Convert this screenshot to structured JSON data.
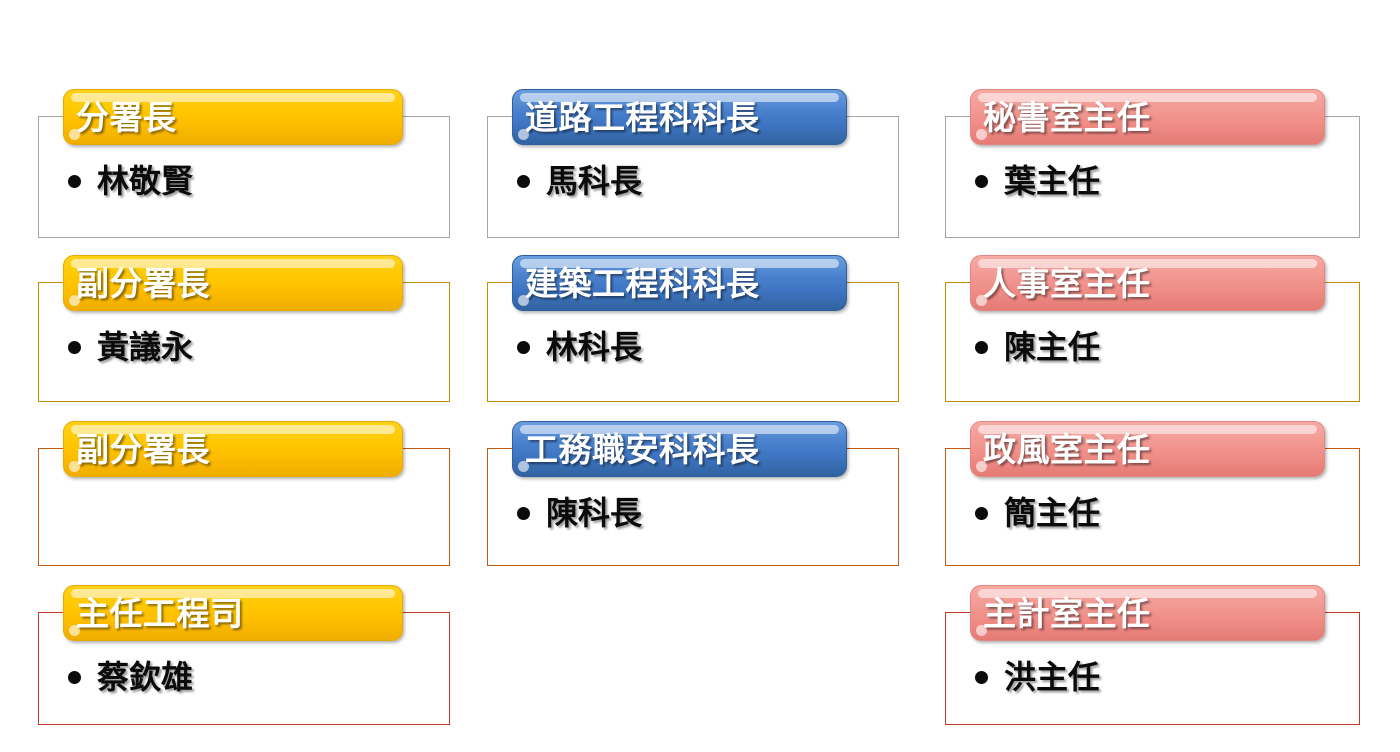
{
  "diagram": {
    "title": "",
    "type": "organization-chart",
    "palette": {
      "yellow_tab": "#ffc800",
      "blue_tab": "#4a81cd",
      "pink_tab": "#f29892",
      "border_gray": "#a6a6a6",
      "border_tan": "#bf9000",
      "border_orange": "#c55a11",
      "border_red": "#c0392b",
      "text_light": "#ffffff",
      "text_dark": "#0b0b0b",
      "background": "#ffffff"
    },
    "columns": [
      {
        "id": "leadership",
        "tab_color": "yellow",
        "cards": [
          {
            "title": "分署長",
            "members": [
              "林敬賢"
            ],
            "border": "gray"
          },
          {
            "title": "副分署長",
            "members": [
              "黃議永"
            ],
            "border": "tan"
          },
          {
            "title": "副分署長",
            "members": [],
            "border": "orange"
          },
          {
            "title": "主任工程司",
            "members": [
              "蔡欽雄"
            ],
            "border": "red"
          }
        ]
      },
      {
        "id": "engineering-sections",
        "tab_color": "blue",
        "cards": [
          {
            "title": "道路工程科科長",
            "members": [
              "馬科長"
            ],
            "border": "gray"
          },
          {
            "title": "建築工程科科長",
            "members": [
              "林科長"
            ],
            "border": "tan"
          },
          {
            "title": "工務職安科科長",
            "members": [
              "陳科長"
            ],
            "border": "orange"
          }
        ]
      },
      {
        "id": "administrative-offices",
        "tab_color": "pink",
        "cards": [
          {
            "title": "秘書室主任",
            "members": [
              "葉主任"
            ],
            "border": "gray"
          },
          {
            "title": "人事室主任",
            "members": [
              "陳主任"
            ],
            "border": "tan"
          },
          {
            "title": "政風室主任",
            "members": [
              "簡主任"
            ],
            "border": "orange"
          },
          {
            "title": "主計室主任",
            "members": [
              "洪主任"
            ],
            "border": "red"
          }
        ]
      }
    ]
  }
}
